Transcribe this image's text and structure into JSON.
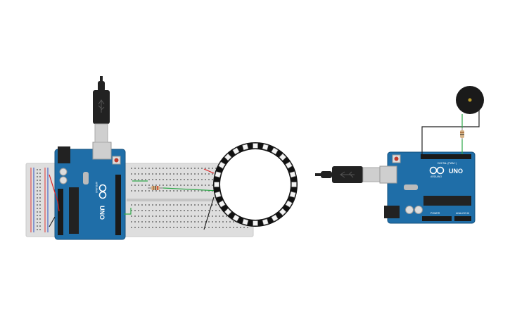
{
  "colors": {
    "board": "#1f6ea8",
    "board_edge": "#15507c",
    "breadboard": "#dedede",
    "breadboard_hole": "#8a8a8a",
    "rail_red": "#d33",
    "rail_blue": "#2a4fc0",
    "wire_green": "#2fa84a",
    "wire_red": "#d22",
    "wire_black": "#222222",
    "ring": "#111111",
    "usb_plug": "#222222",
    "usb_metal": "#cfcfcf",
    "buzzer": "#1a1a1a",
    "buzzer_center": "#b89a2a"
  },
  "left_arduino": {
    "model_label": "UNO",
    "brand_label": "ARDUINO"
  },
  "right_arduino": {
    "model_label": "UNO",
    "brand_label": "ARDUINO",
    "header_label_digital": "DIGITAL (PWM~)",
    "header_label_power": "POWER",
    "header_label_analog": "ANALOG IN"
  },
  "neopixel_ring": {
    "pixel_count": 24
  },
  "icons": {
    "usb_cable_left": "usb-cable-icon",
    "usb_cable_right": "usb-cable-icon",
    "buzzer": "piezo-buzzer-icon",
    "resistor": "resistor-icon"
  }
}
